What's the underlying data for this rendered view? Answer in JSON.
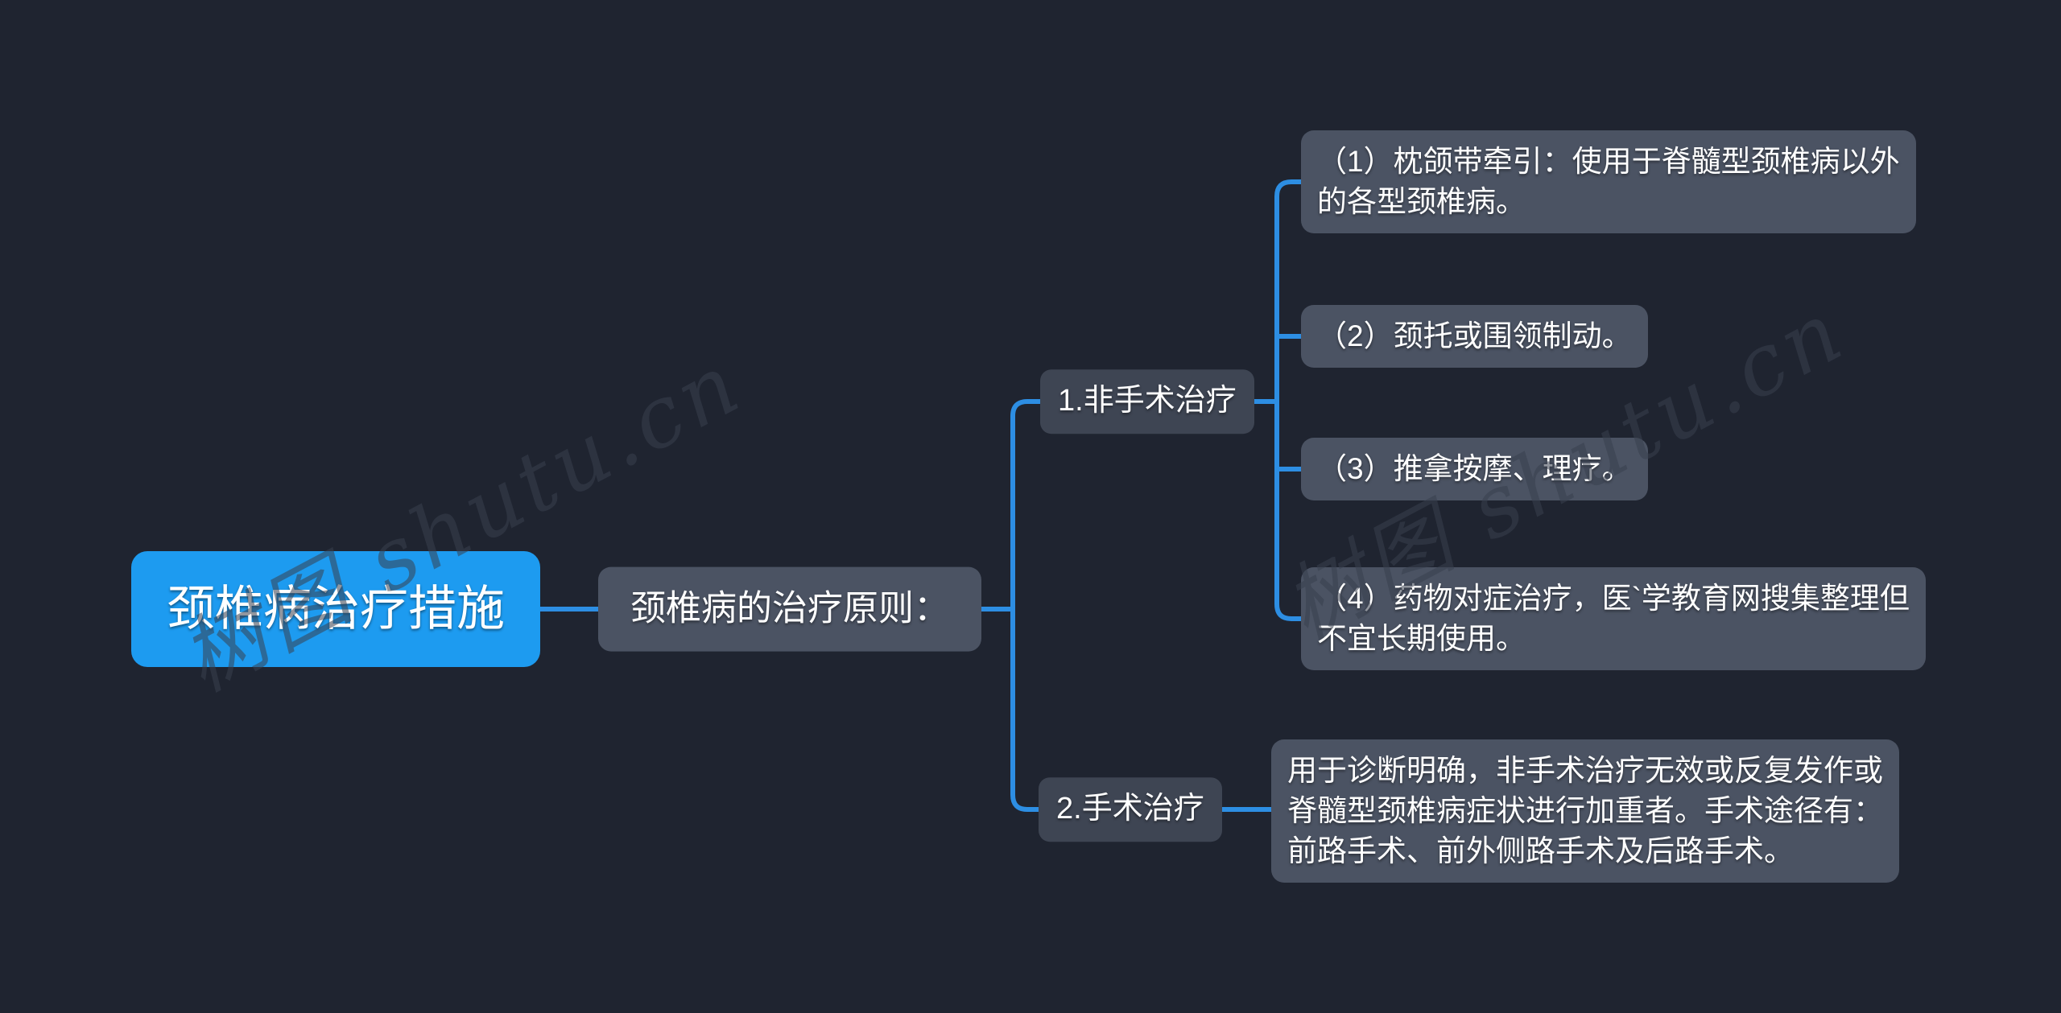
{
  "page": {
    "background": "#1f2430",
    "accent_blue": "#1d9bf0",
    "line_blue": "#2d8ee3",
    "box_gray": "#4b5363",
    "branch_gray": "#3e4553"
  },
  "watermark": {
    "text": "树图 shutu.cn"
  },
  "mindmap": {
    "root": {
      "label": "颈椎病治疗措施"
    },
    "principle": {
      "label": "颈椎病的治疗原则："
    },
    "branches": [
      {
        "label": "1.非手术治疗",
        "children": [
          "（1）枕颌带牵引：使用于脊髓型颈椎病以外\n的各型颈椎病。",
          "（2）颈托或围领制动。",
          "（3）推拿按摩、理疗。",
          "（4）药物对症治疗，医`学教育网搜集整理但\n不宜长期使用。"
        ]
      },
      {
        "label": "2.手术治疗",
        "children": [
          "用于诊断明确，非手术治疗无效或反复发作或\n脊髓型颈椎病症状进行加重者。手术途径有：\n前路手术、前外侧路手术及后路手术。"
        ]
      }
    ]
  }
}
